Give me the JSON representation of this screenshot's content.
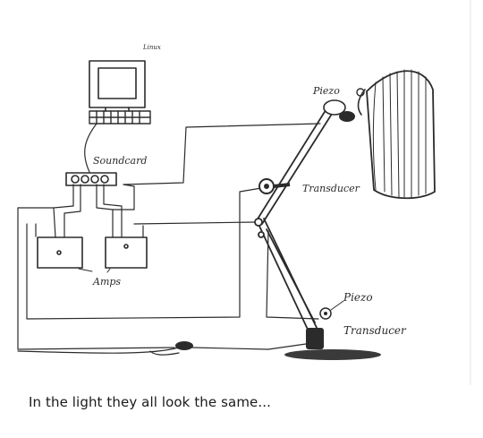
{
  "labels": {
    "computer": "Linux",
    "soundcard": "Soundcard",
    "amps": "Amps",
    "piezo_top": "Piezo",
    "transducer_top": "Transducer",
    "piezo_bottom": "Piezo",
    "transducer_bottom": "Transducer"
  },
  "caption": "In the light they all look the same...",
  "colors": {
    "ink": "#2b2b2b",
    "paper": "#ffffff"
  }
}
